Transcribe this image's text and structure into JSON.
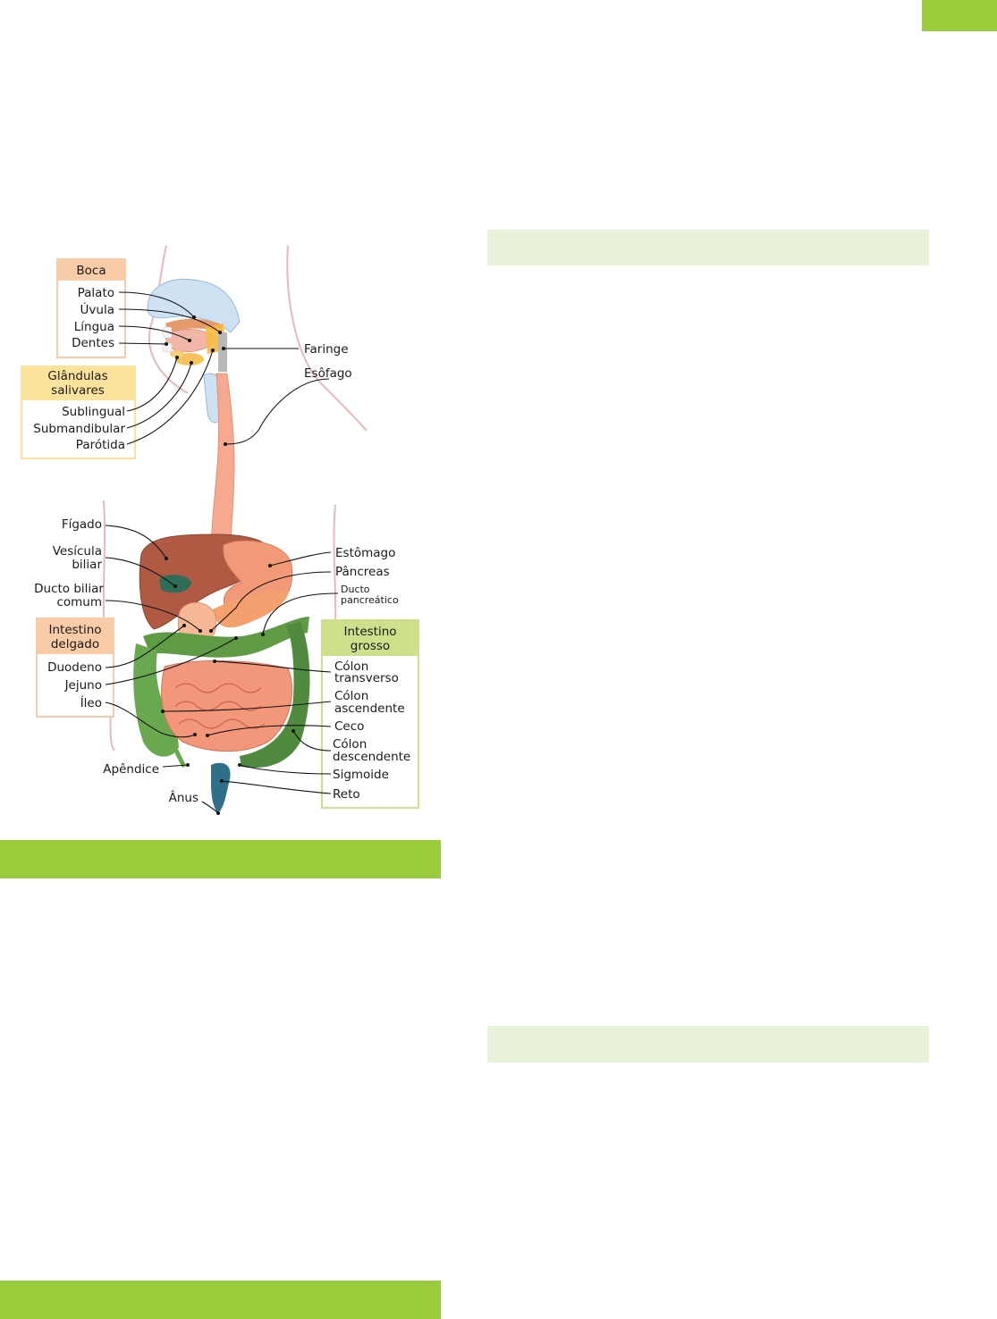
{
  "colors": {
    "accent_green": "#9acb3b",
    "light_green": "#e9f3da",
    "boca": "#f9cba6",
    "glandulas": "#fbe39b",
    "intestino_delgado": "#f9cba6",
    "intestino_grosso": "#cfe08b"
  },
  "groups": {
    "boca": {
      "title": "Boca",
      "items": [
        "Palato",
        "Úvula",
        "Língua",
        "Dentes"
      ]
    },
    "glandulas": {
      "title_line1": "Glândulas",
      "title_line2": "salivares",
      "items": [
        "Sublingual",
        "Submandibular",
        "Parótida"
      ]
    },
    "intestino_delgado": {
      "title_line1": "Intestino",
      "title_line2": "delgado",
      "items": [
        "Duodeno",
        "Jejuno",
        "Íleo"
      ]
    },
    "intestino_grosso": {
      "title_line1": "Intestino",
      "title_line2": "grosso",
      "items": {
        "colon_transverso": [
          "Cólon",
          "transverso"
        ],
        "colon_ascendente": [
          "Cólon",
          "ascendente"
        ],
        "ceco": "Ceco",
        "colon_descendente": [
          "Cólon",
          "descendente"
        ],
        "sigmoide": "Sigmoide",
        "reto": "Reto"
      }
    }
  },
  "labels": {
    "faringe": "Faringe",
    "esofago": "Esôfago",
    "figado": "Fígado",
    "vesicula": [
      "Vesícula",
      "biliar"
    ],
    "ducto_biliar": [
      "Ducto biliar",
      "comum"
    ],
    "estomago": "Estômago",
    "pancreas": "Pâncreas",
    "ducto_pancreatico": [
      "Ducto",
      "pancreático"
    ],
    "apendice": "Apêndice",
    "anus": "Ânus"
  }
}
